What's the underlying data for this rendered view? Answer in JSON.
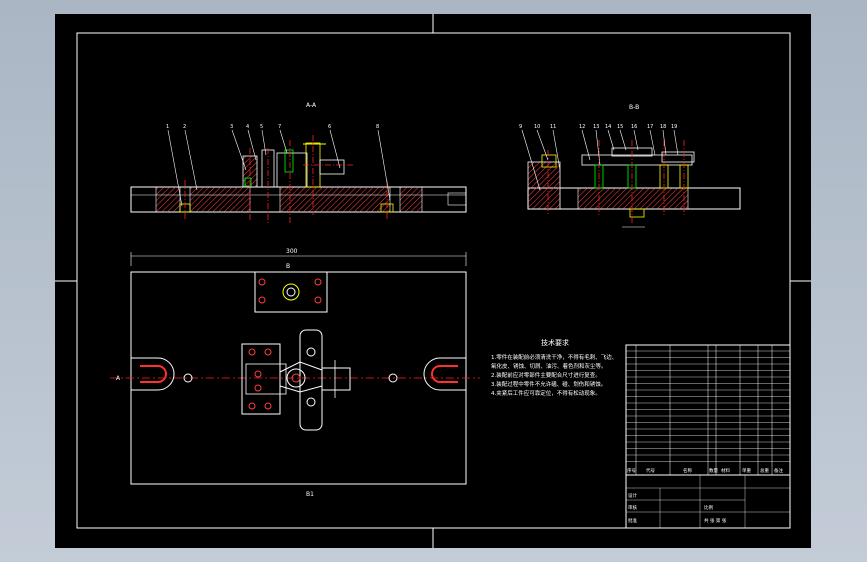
{
  "drawing": {
    "section_aa_label": "A-A",
    "section_bb_label": "B-B",
    "width_dim": "300",
    "view_a_label": "A",
    "view_b_label": "B",
    "bottom_label": "B1",
    "tech_req": {
      "title": "技术要求",
      "lines": [
        "1.零件在装配前必须清洗干净，不得有毛刺、飞边、",
        "氧化皮、锈蚀、切屑、油污、着色剂和灰尘等。",
        "2.装配前应对零部件主要配合尺寸进行复查。",
        "3.装配过程中零件不允许磕、碰、划伤和锈蚀。",
        "4.夹紧后工件应可靠定位，不得有松动现象。"
      ]
    },
    "title_block": {
      "header": [
        "序号",
        "代号",
        "名称",
        "数量",
        "材料",
        "单重",
        "总重",
        "备注"
      ],
      "designer": "设计",
      "checker": "审核",
      "approve": "批准",
      "scale_label": "比例",
      "sheet": "共 张 第 张"
    }
  },
  "colors": {
    "background": "#000000",
    "lines": "#ffffff",
    "hatch": "#ff4040",
    "axis": "#ff2020",
    "accent": "#00ff00",
    "highlight": "#ffff00"
  }
}
